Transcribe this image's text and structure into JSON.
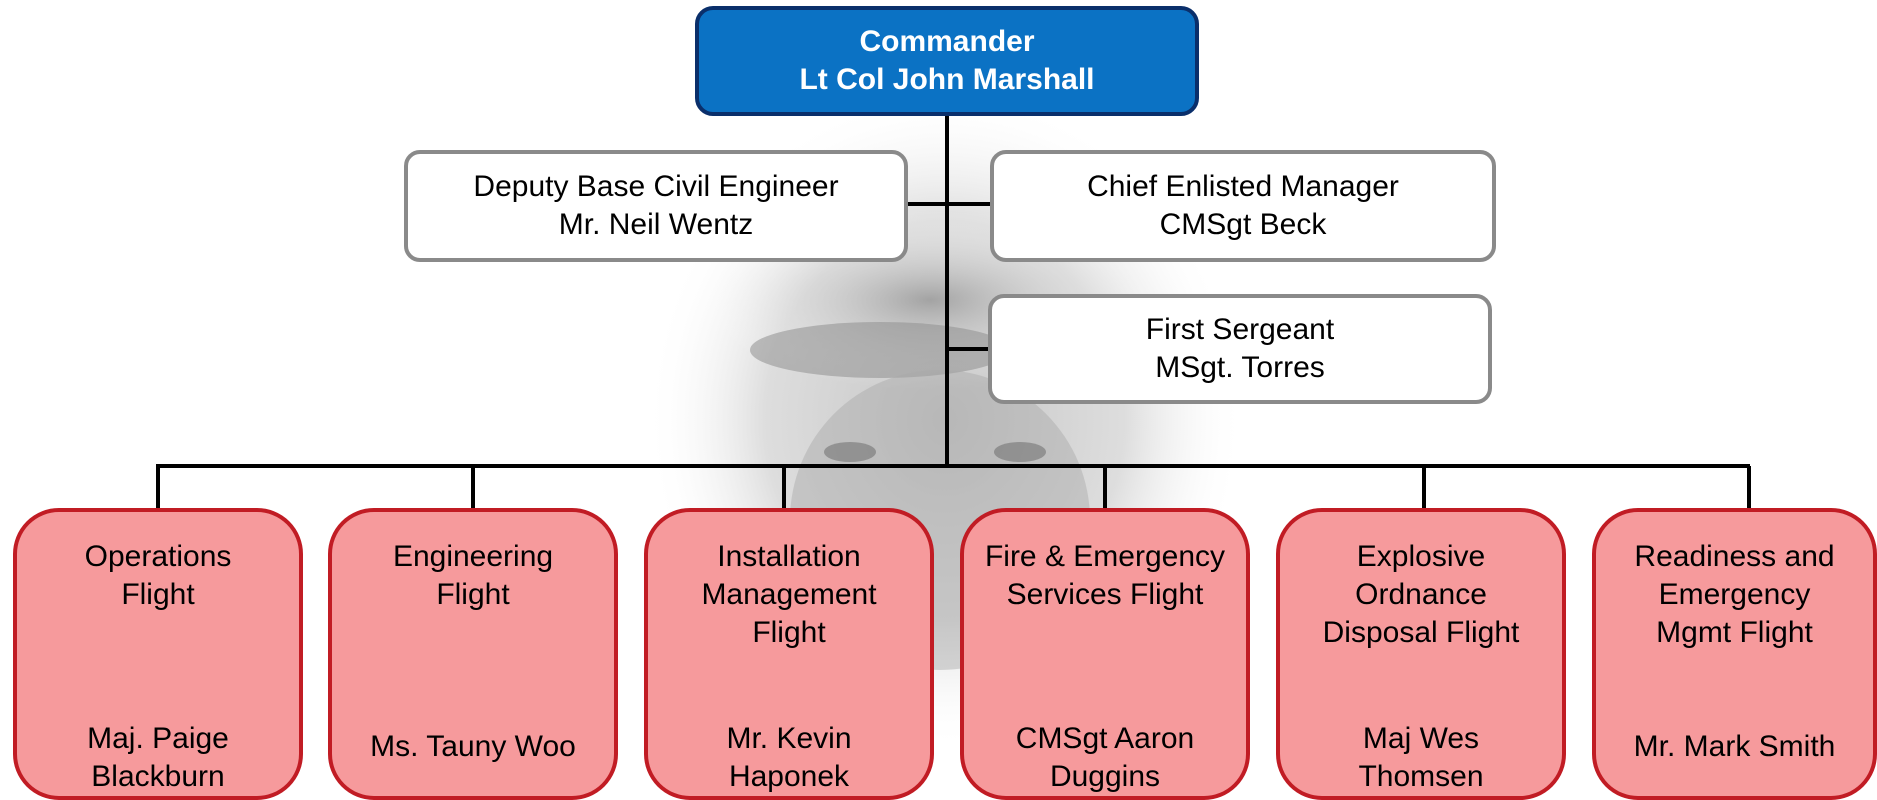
{
  "commander": {
    "title": "Commander",
    "name": "Lt Col John Marshall"
  },
  "staff": [
    {
      "title": "Deputy Base Civil Engineer",
      "name": "Mr. Neil Wentz"
    },
    {
      "title": "Chief Enlisted Manager",
      "name": "CMSgt Beck"
    },
    {
      "title": "First Sergeant",
      "name": "MSgt. Torres"
    }
  ],
  "flights": [
    {
      "name_lines": [
        "Operations",
        "Flight"
      ],
      "person_lines": [
        "Maj. Paige",
        "Blackburn"
      ]
    },
    {
      "name_lines": [
        "Engineering",
        "Flight"
      ],
      "person_lines": [
        "Ms. Tauny Woo"
      ]
    },
    {
      "name_lines": [
        "Installation",
        "Management",
        "Flight"
      ],
      "person_lines": [
        "Mr. Kevin",
        "Haponek"
      ]
    },
    {
      "name_lines": [
        "Fire & Emergency",
        "Services Flight"
      ],
      "person_lines": [
        "CMSgt Aaron",
        "Duggins"
      ]
    },
    {
      "name_lines": [
        "Explosive",
        "Ordnance",
        "Disposal Flight"
      ],
      "person_lines": [
        "Maj Wes",
        "Thomsen"
      ]
    },
    {
      "name_lines": [
        "Readiness and",
        "Emergency",
        "Mgmt Flight"
      ],
      "person_lines": [
        "Mr. Mark Smith"
      ]
    }
  ],
  "colors": {
    "commander_fill": "#0b72c4",
    "commander_border": "#0a2f6b",
    "staff_border": "#8a8a8a",
    "flight_fill": "#f69a9c",
    "flight_border": "#c11c24",
    "connector": "#000000"
  }
}
